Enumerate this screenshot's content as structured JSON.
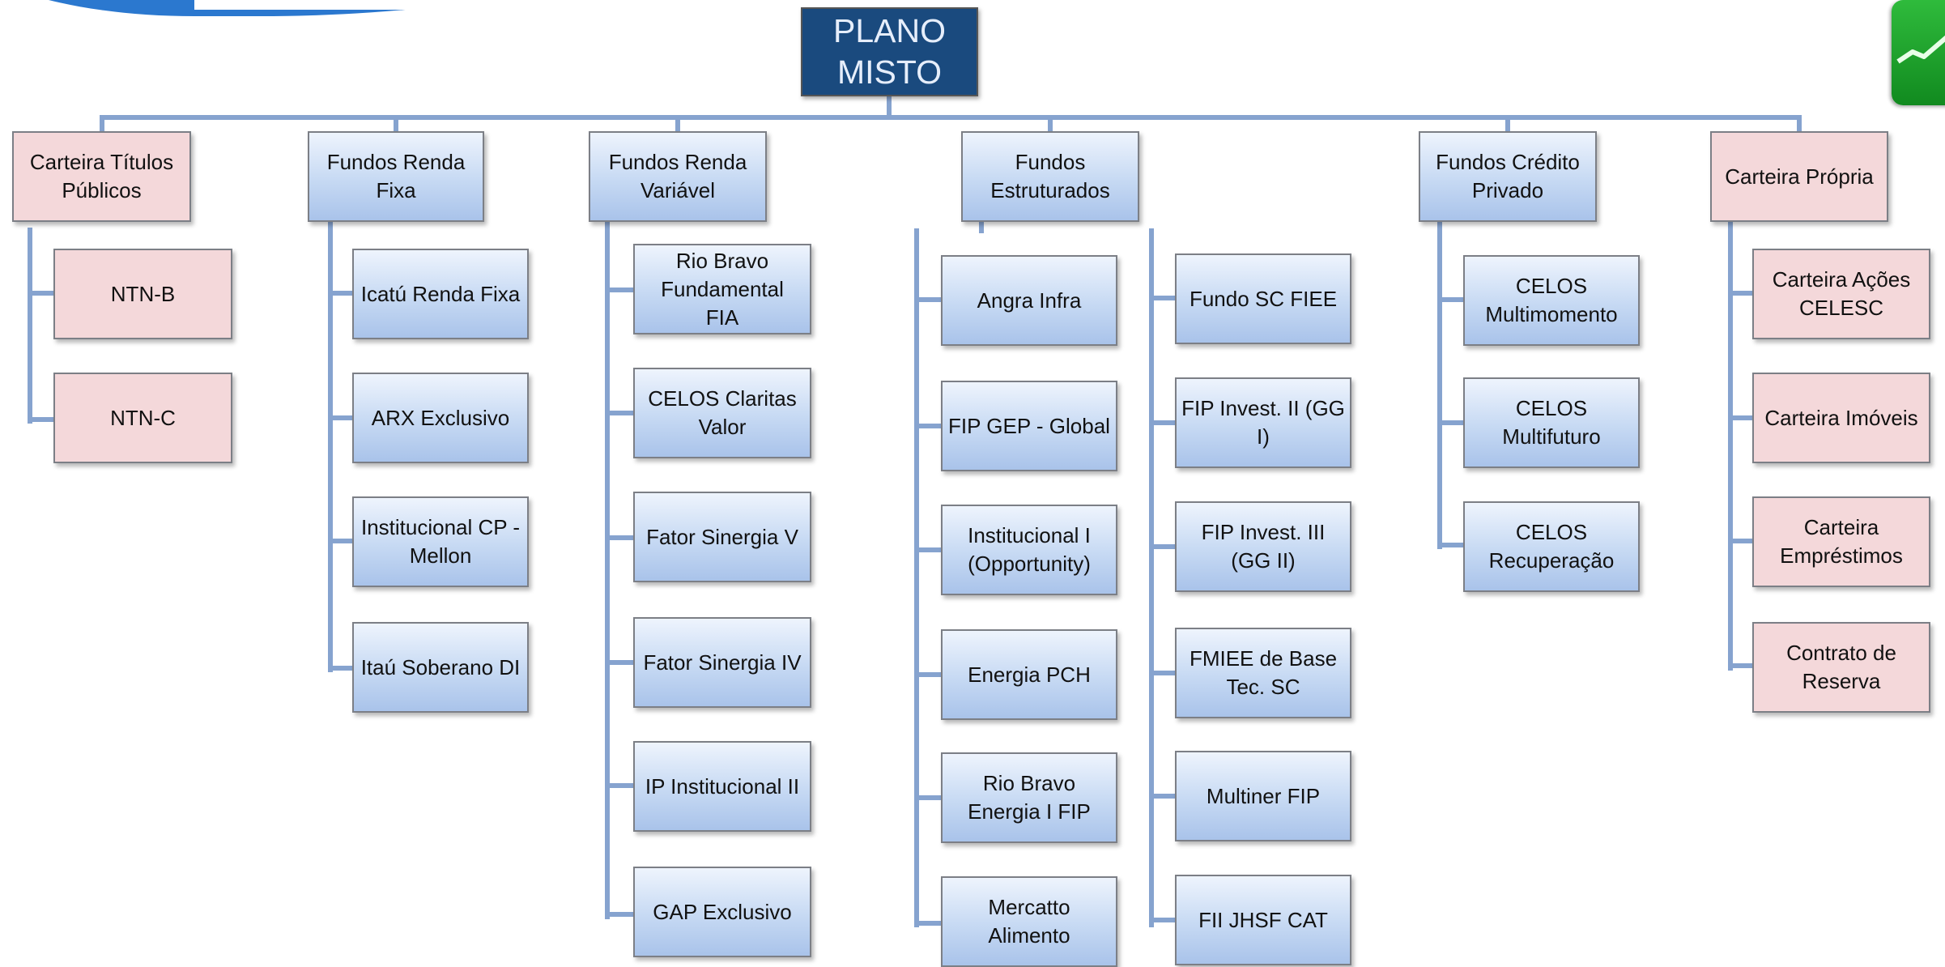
{
  "root": "PLANO\nMISTO",
  "colors": {
    "connector": "#86a3cf",
    "root_fill": "#1a4a7e",
    "blue_fill": "#c6d9f3",
    "pink_fill": "#f4d8da",
    "accent_green": "#22a331"
  },
  "categories": [
    {
      "label": "Carteira Títulos\nPúblicos",
      "children": [
        "NTN-B",
        "NTN-C"
      ]
    },
    {
      "label": "Fundos Renda\nFixa",
      "children": [
        "Icatú Renda Fixa",
        "ARX Exclusivo",
        "Institucional CP -\nMellon",
        "Itaú Soberano DI"
      ]
    },
    {
      "label": "Fundos Renda\nVariável",
      "children": [
        "Rio Bravo\nFundamental\nFIA",
        "CELOS Claritas\nValor",
        "Fator Sinergia V",
        "Fator Sinergia IV",
        "IP Institucional II",
        "GAP Exclusivo"
      ]
    },
    {
      "label": "Fundos\nEstruturados",
      "children_left": [
        "Angra Infra",
        "FIP GEP - Global",
        "Institucional I\n(Opportunity)",
        "Energia PCH",
        "Rio Bravo\nEnergia I FIP",
        "Mercatto\nAlimento"
      ],
      "children_right": [
        "Fundo SC FIEE",
        "FIP Invest. II (GG\nI)",
        "FIP Invest. III\n(GG II)",
        "FMIEE de Base\nTec. SC",
        "Multiner FIP",
        "FII JHSF CAT"
      ]
    },
    {
      "label": "Fundos Crédito\nPrivado",
      "children": [
        "CELOS\nMultimomento",
        "CELOS\nMultifuturo",
        "CELOS\nRecuperação"
      ]
    },
    {
      "label": "Carteira Própria",
      "children": [
        "Carteira Ações\nCELESC",
        "Carteira Imóveis",
        "Carteira\nEmpréstimos",
        "Contrato de\nReserva"
      ]
    }
  ]
}
